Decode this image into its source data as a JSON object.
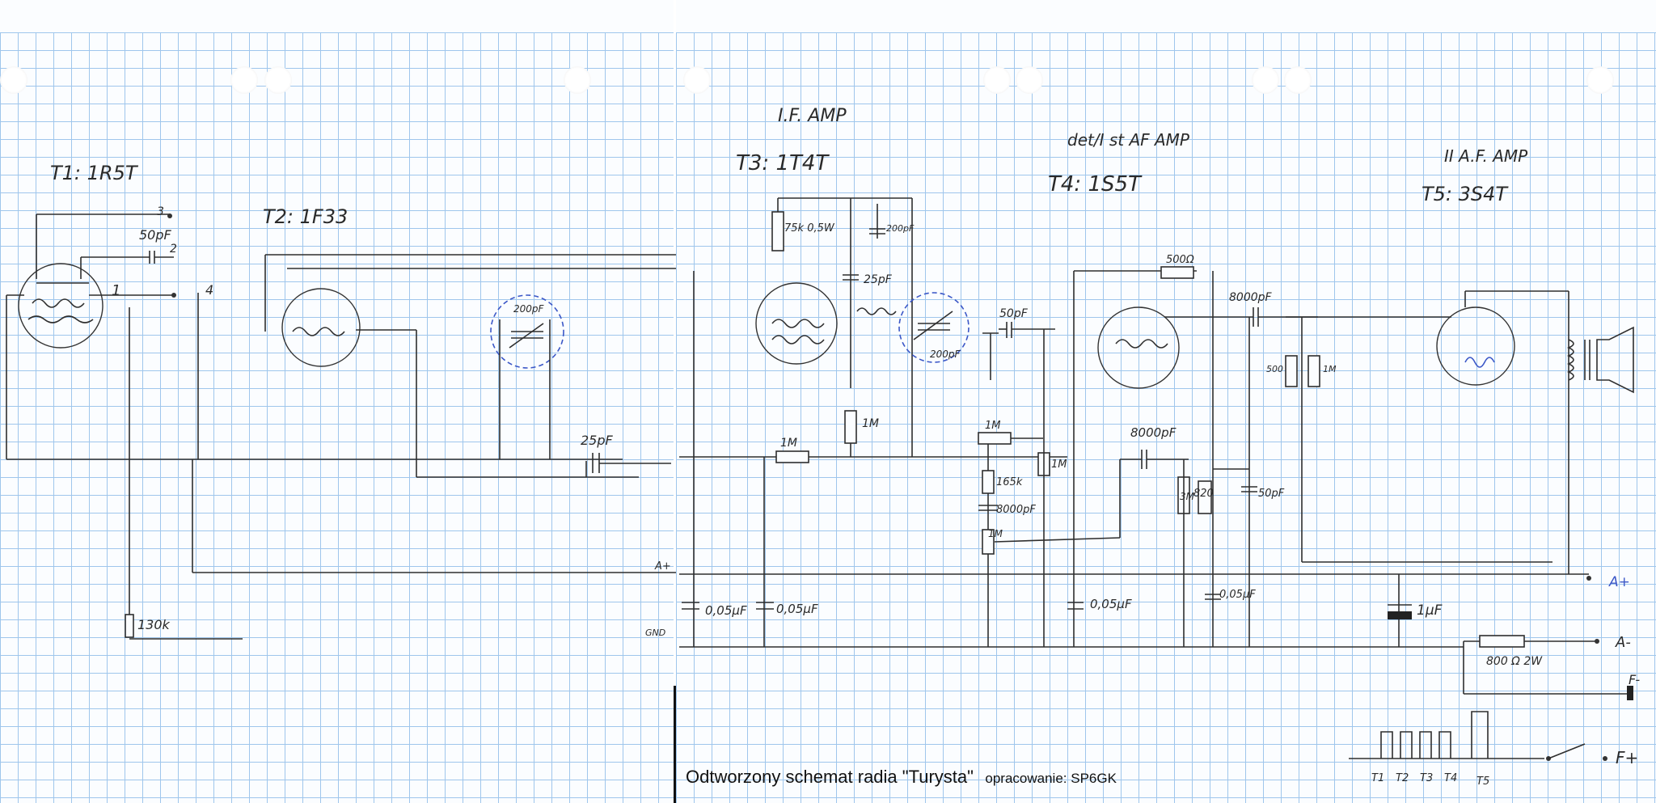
{
  "labels": {
    "t1": "T1: 1R5T",
    "t2": "T2: 1F33",
    "t3": "T3: 1T4T",
    "t4": "T4: 1S5T",
    "t5": "T5: 3S4T",
    "if_amp": "I.F. AMP",
    "det_af": "det/I st AF AMP",
    "af2": "II A.F. AMP",
    "c50pf_t1": "50pF",
    "c25pf_t2": "25pF",
    "c200pf_t2": "200pF",
    "c25pf_t3": "25pF",
    "c200pf_t3a": "200pF",
    "c200pf_t3b": "200pF",
    "r75k": "75k 0,5W",
    "r1m_a": "1M",
    "r1m_b": "1M",
    "c50pf_t4": "50pF",
    "r1m_c": "1M",
    "r1m_d": "1M",
    "r165k": "165k",
    "c8000_a": "8000pF",
    "r500": "500Ω",
    "c8000_b": "8000pF",
    "c8000_c": "8000pF",
    "r3m": "3M",
    "r820": "820",
    "c50pf_c": "50pF",
    "r500b": "500",
    "r1m_e": "1M",
    "c005_a": "0,05μF",
    "c005_b": "0,05μF",
    "c005_c": "0,05μF",
    "c005_d": "0,05μF",
    "c1uf": "1μF",
    "r130k": "130k",
    "r800": "800 Ω 2W",
    "a_plus_left": "A+",
    "gnd_left": "GND",
    "a_plus_right": "A+",
    "a_minus": "A-",
    "f_minus": "F-",
    "f_plus": "F+",
    "node_3": "3",
    "node_2": "2",
    "node_1": "1",
    "node_4": "4",
    "t_switches": [
      "T1",
      "T2",
      "T3",
      "T4",
      "T5"
    ]
  },
  "caption": {
    "title": "Odtworzony schemat radia \"Turysta\"",
    "credit": "opracowanie: SP6GK"
  }
}
